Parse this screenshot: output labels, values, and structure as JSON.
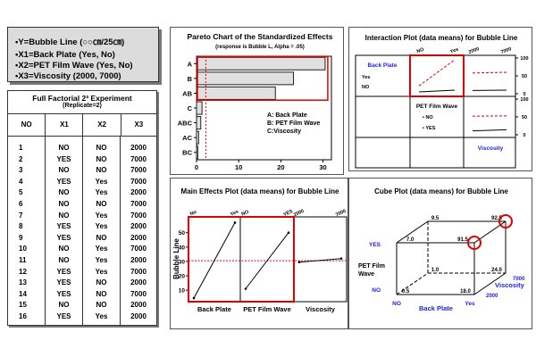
{
  "definitions": {
    "y": "•Y=Bubble Line  (○○㎝/25㎝)",
    "x1": "•X1=Back Plate (Yes, No)",
    "x2": "•X2=PET Film Wave (Yes, No)",
    "x3": "•X3=Viscosity (2000, 7000)"
  },
  "table": {
    "title": "Full  Factorial  2³  Experiment",
    "subtitle": "(Replicate=2)",
    "headers": [
      "NO",
      "X1",
      "X2",
      "X3"
    ],
    "rows": [
      [
        "1",
        "NO",
        "NO",
        "2000"
      ],
      [
        "2",
        "YES",
        "NO",
        "7000"
      ],
      [
        "3",
        "NO",
        "NO",
        "7000"
      ],
      [
        "4",
        "YES",
        "Yes",
        "7000"
      ],
      [
        "5",
        "NO",
        "Yes",
        "2000"
      ],
      [
        "6",
        "NO",
        "NO",
        "7000"
      ],
      [
        "7",
        "NO",
        "Yes",
        "7000"
      ],
      [
        "8",
        "YES",
        "Yes",
        "2000"
      ],
      [
        "9",
        "YES",
        "NO",
        "2000"
      ],
      [
        "10",
        "NO",
        "Yes",
        "7000"
      ],
      [
        "11",
        "NO",
        "Yes",
        "2000"
      ],
      [
        "12",
        "YES",
        "Yes",
        "7000"
      ],
      [
        "13",
        "YES",
        "NO",
        "2000"
      ],
      [
        "14",
        "YES",
        "NO",
        "7000"
      ],
      [
        "15",
        "NO",
        "NO",
        "2000"
      ],
      [
        "16",
        "YES",
        "Yes",
        "2000"
      ]
    ]
  },
  "chart_data": [
    {
      "type": "bar",
      "title": "Pareto Chart of the Standardized Effects",
      "subtitle": "(response is Bubble L, Alpha = .05)",
      "categories": [
        "A",
        "B",
        "AB",
        "C",
        "ABC",
        "AC",
        "BC"
      ],
      "values": [
        30.5,
        23,
        18.7,
        1.3,
        1,
        0.5,
        0.3
      ],
      "reference_line": 2.2,
      "xlim": [
        0,
        32
      ],
      "xticks": [
        0,
        10,
        20,
        30
      ],
      "legend": [
        "A: Back Plate",
        "B: PET Film  Wave",
        "C:Viscosity"
      ],
      "highlight_color": "#e00000"
    },
    {
      "type": "line",
      "title": "Interaction Plot (data means) for Bubble Line",
      "factors": [
        "Back Plate",
        "PET Film  Wave",
        "Viscosity"
      ],
      "top_ticks": [
        "NO",
        "Yes",
        "2000",
        "7000"
      ],
      "yticks": [
        0,
        50,
        100
      ],
      "legend_back_plate": [
        "Yes",
        "NO"
      ],
      "legend_pet": [
        "NO",
        "YES"
      ],
      "cells": [
        {
          "x": "PET Film Wave",
          "by": "Back Plate",
          "series": [
            {
              "name": "Yes",
              "values": [
                22,
                95
              ],
              "color": "#e00000"
            },
            {
              "name": "NO",
              "values": [
                5,
                10
              ],
              "color": "#000"
            }
          ]
        },
        {
          "x": "Viscosity",
          "by": "Back Plate",
          "series": [
            {
              "name": "Yes",
              "values": [
                58,
                60
              ],
              "color": "#e00000"
            },
            {
              "name": "NO",
              "values": [
                9,
                10
              ],
              "color": "#000"
            }
          ]
        },
        {
          "x": "Viscosity",
          "by": "PET Film Wave",
          "series": [
            {
              "name": "NO",
              "values": [
                52,
                53
              ],
              "color": "#e00000"
            },
            {
              "name": "YES",
              "values": [
                11,
                14
              ],
              "color": "#000"
            }
          ]
        }
      ]
    },
    {
      "type": "line",
      "title": "Main Effects Plot (data means) for Bubble Line",
      "ylabel": "Bubble Line",
      "yticks": [
        10,
        20,
        30,
        40,
        50
      ],
      "ylim": [
        2,
        61
      ],
      "mean": 30.5,
      "factors": [
        {
          "name": "Back Plate",
          "levels": [
            "No",
            "Yes"
          ],
          "values": [
            4.5,
            57
          ]
        },
        {
          "name": "PET Film  Wave",
          "levels": [
            "NO",
            "YES"
          ],
          "values": [
            11,
            50
          ]
        },
        {
          "name": "Viscosity",
          "levels": [
            "2000",
            "7000"
          ],
          "values": [
            29.5,
            32
          ]
        }
      ]
    },
    {
      "type": "cube",
      "title": "Cube Plot (data means) for Bubble Line",
      "axes": {
        "x": "Back Plate",
        "y": "PET Film\nWave",
        "z": "Viscosity"
      },
      "levels": {
        "x": [
          "NO",
          "Yes"
        ],
        "y": [
          "NO",
          "YES"
        ],
        "z": [
          "2000",
          "7000"
        ]
      },
      "values": {
        "fb_lo": "0.5",
        "fb_hi": "18.0",
        "ft_lo": "7.0",
        "ft_hi": "91.5",
        "bb_lo": "1.0",
        "bb_hi": "24.0",
        "bt_lo": "9.5",
        "bt_hi": "92.5"
      }
    }
  ]
}
